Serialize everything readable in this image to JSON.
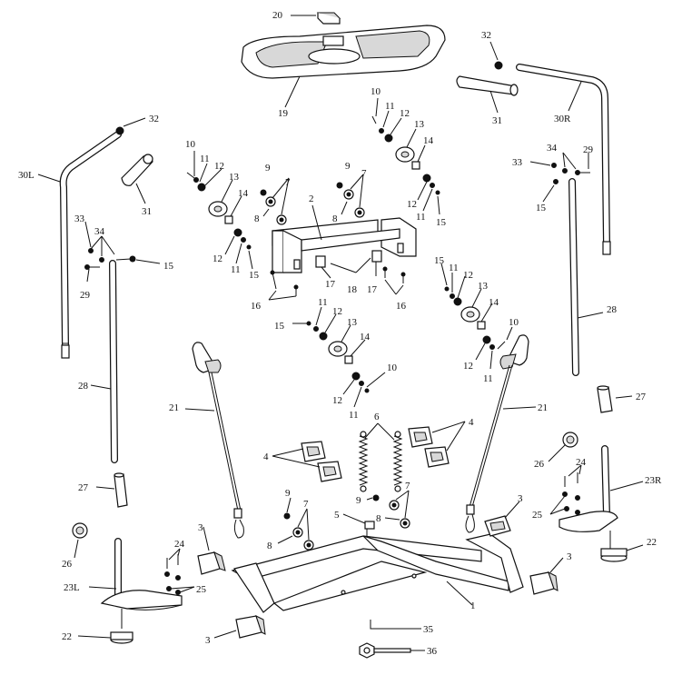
{
  "labels": {
    "n1": "1",
    "n2": "2",
    "n3": "3",
    "n4": "4",
    "n5": "5",
    "n6": "6",
    "n7": "7",
    "n8": "8",
    "n9": "9",
    "n10": "10",
    "n11": "11",
    "n12": "12",
    "n13": "13",
    "n14": "14",
    "n15": "15",
    "n16": "16",
    "n17": "17",
    "n18": "18",
    "n19": "19",
    "n20": "20",
    "n21": "21",
    "n22": "22",
    "n23L": "23L",
    "n23R": "23R",
    "n24": "24",
    "n25": "25",
    "n26": "26",
    "n27": "27",
    "n28": "28",
    "n29": "29",
    "n30L": "30L",
    "n30R": "30R",
    "n31": "31",
    "n32": "32",
    "n33": "33",
    "n34": "34",
    "n35": "35",
    "n36": "36"
  },
  "colors": {
    "ink": "#111111",
    "paper": "#ffffff",
    "shade": "#d8d8d8"
  }
}
